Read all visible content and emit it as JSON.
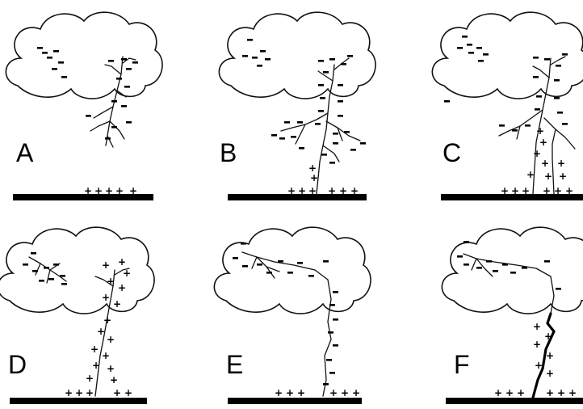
{
  "panels": [
    {
      "id": "A",
      "label": "A"
    },
    {
      "id": "B",
      "label": "B"
    },
    {
      "id": "C",
      "label": "C"
    },
    {
      "id": "D",
      "label": "D"
    },
    {
      "id": "E",
      "label": "E"
    },
    {
      "id": "F",
      "label": "F"
    }
  ],
  "symbols": {
    "negative": "-",
    "positive": "+"
  },
  "colors": {
    "ink": "#000000",
    "background": "#ffffff"
  }
}
